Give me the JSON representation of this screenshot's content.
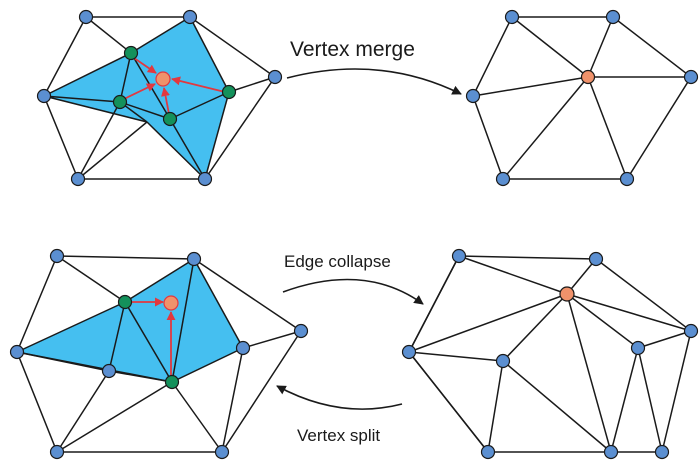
{
  "labels": {
    "vertex_merge": "Vertex merge",
    "edge_collapse": "Edge collapse",
    "vertex_split": "Vertex split"
  },
  "colors": {
    "blue_vertex": "#5b8fd1",
    "green_vertex": "#14915b",
    "orange_vertex": "#f0926b",
    "highlight_fill": "#45bff0",
    "arrow": "#e2383f",
    "edge": "#1a1a1a"
  }
}
